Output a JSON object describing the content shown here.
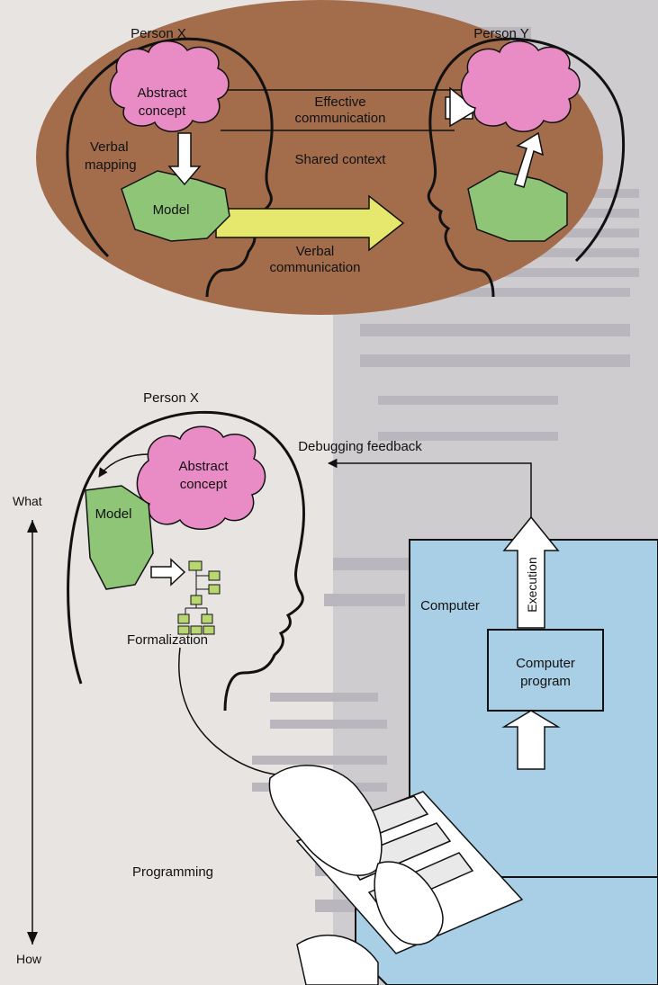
{
  "colors": {
    "paper": "#e8e4e2",
    "background_type": "#c9c7cc",
    "shared_context": "#a36d4c",
    "concept_pink": "#e98bc4",
    "model_green": "#8fc577",
    "arrow_yellow": "#e6e86e",
    "computer_blue": "#a9cfe6",
    "outline": "#111111"
  },
  "icons": [
    "head-profile-icon",
    "cloud-icon",
    "model-blob-icon",
    "tree-structure-icon",
    "keyboard-hands-icon"
  ],
  "top_panel": {
    "person_x": "Person X",
    "person_y": "Person Y",
    "abstract_concept_line1": "Abstract",
    "abstract_concept_line2": "concept",
    "effective_line1": "Effective",
    "effective_line2": "communication",
    "shared_context": "Shared context",
    "verbal_mapping_line1": "Verbal",
    "verbal_mapping_line2": "mapping",
    "model": "Model",
    "verbal_comm_line1": "Verbal",
    "verbal_comm_line2": "communication"
  },
  "bottom_panel": {
    "person_x": "Person X",
    "abstract_concept_line1": "Abstract",
    "abstract_concept_line2": "concept",
    "model": "Model",
    "formalization": "Formalization",
    "debugging_feedback": "Debugging feedback",
    "computer": "Computer",
    "execution": "Execution",
    "computer_program_line1": "Computer",
    "computer_program_line2": "program",
    "programming": "Programming",
    "what": "What",
    "how": "How"
  }
}
